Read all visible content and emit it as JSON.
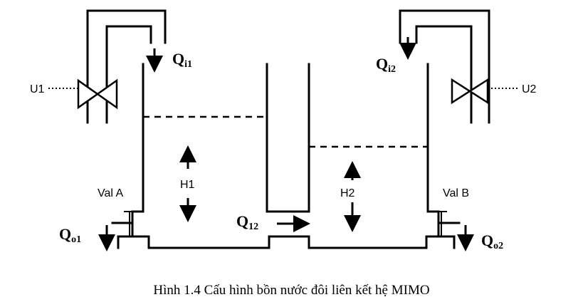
{
  "caption": "Hình 1.4 Cấu hình bồn nước đôi liên kết hệ MIMO",
  "labels": {
    "u1": "U1",
    "u2": "U2",
    "h1": "H1",
    "h2": "H2",
    "val_a": "Val A",
    "val_b": "Val B"
  },
  "flows": {
    "qi1": {
      "main": "Q",
      "sub": "i1"
    },
    "qi2": {
      "main": "Q",
      "sub": "i2"
    },
    "q12": {
      "main": "Q",
      "sub": "12"
    },
    "qo1": {
      "main": "Q",
      "sub": "o1"
    },
    "qo2": {
      "main": "Q",
      "sub": "o2"
    }
  },
  "colors": {
    "line": "#000000",
    "background": "#ffffff"
  }
}
